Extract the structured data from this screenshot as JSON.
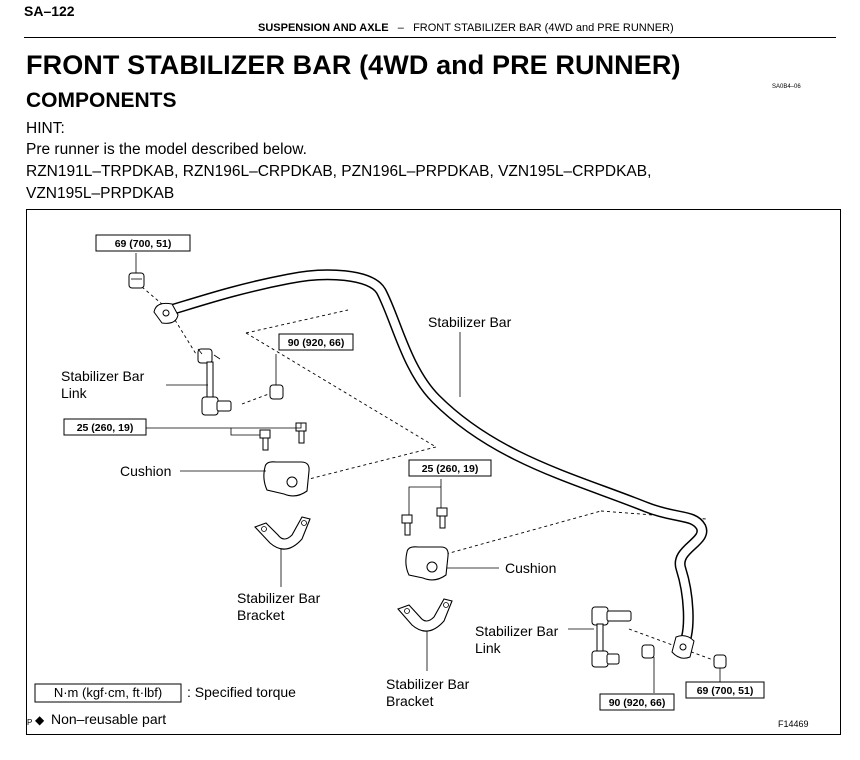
{
  "header": {
    "page_number": "SA–122",
    "section": "SUSPENSION AND AXLE",
    "separator": "–",
    "subsection": "FRONT STABILIZER BAR (4WD and PRE RUNNER)"
  },
  "title": "FRONT STABILIZER BAR (4WD and PRE RUNNER)",
  "subtitle": "COMPONENTS",
  "code_ref": "SA0B4–06",
  "hint": {
    "label": "HINT:",
    "description": "Pre runner is the model described below.",
    "models_line1": "RZN191L–TRPDKAB,  RZN196L–CRPDKAB,  PZN196L–PRPDKAB,  VZN195L–CRPDKAB,",
    "models_line2": "VZN195L–PRPDKAB"
  },
  "diagram": {
    "labels": {
      "stabilizer_bar": "Stabilizer Bar",
      "link_left_1": "Stabilizer Bar",
      "link_left_2": "Link",
      "cushion_left": "Cushion",
      "bracket_left_1": "Stabilizer Bar",
      "bracket_left_2": "Bracket",
      "cushion_right": "Cushion",
      "link_right_1": "Stabilizer Bar",
      "link_right_2": "Link",
      "bracket_right_1": "Stabilizer Bar",
      "bracket_right_2": "Bracket"
    },
    "torques": {
      "nut_top_left": "69 (700, 51)",
      "nut_left_link": "90 (920, 66)",
      "bolts_left": "25 (260, 19)",
      "bolts_right": "25 (260, 19)",
      "nut_right_link": "90 (920, 66)",
      "nut_right_end": "69 (700, 51)"
    },
    "legend": {
      "unit_box": "N·m (kgf·cm, ft·lbf)",
      "unit_text": ": Specified torque",
      "nonreusable_marker": "P",
      "nonreusable_symbol": "◆",
      "nonreusable_text": "Non–reusable part"
    },
    "figure_id": "F14469"
  }
}
